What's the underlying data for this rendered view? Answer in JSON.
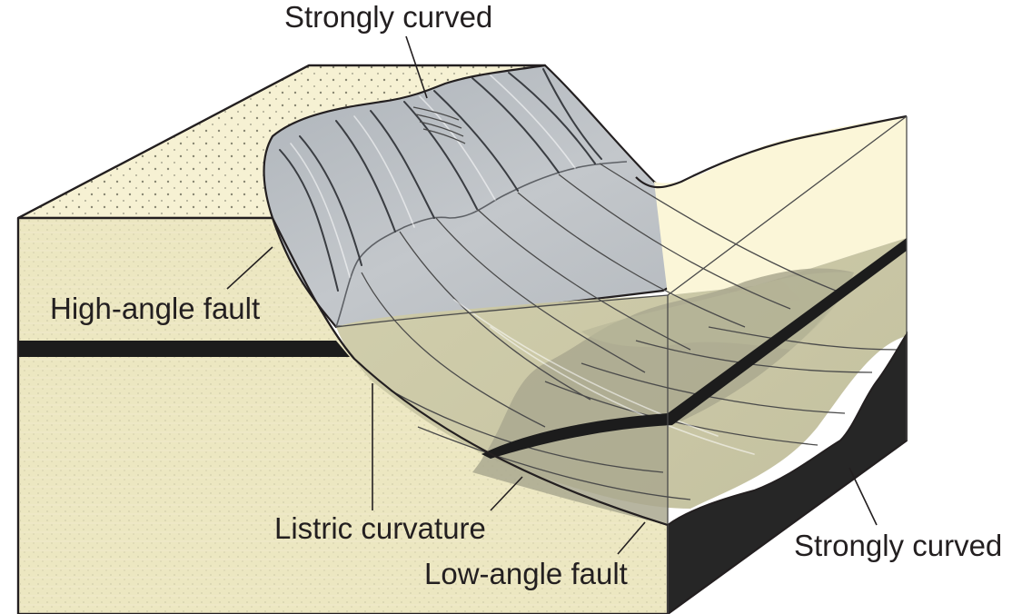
{
  "labels": {
    "top_strongly_curved": "Strongly curved",
    "high_angle_fault": "High-angle fault",
    "listric_curvature": "Listric curvature",
    "low_angle_fault": "Low-angle fault",
    "right_strongly_curved": "Strongly curved"
  },
  "colors": {
    "sediment_top": "#f6f1d3",
    "sediment_front": "#ece7c1",
    "fault_surface_steep": "#b9bec3",
    "fault_surface_lower": "#c9c6a6",
    "hangingwall_dark": "#a9a78f",
    "marker_bed": "#1c1c1c",
    "cut_face": "#2a2a2a",
    "transparent_block_top": "#fbf6d8"
  }
}
